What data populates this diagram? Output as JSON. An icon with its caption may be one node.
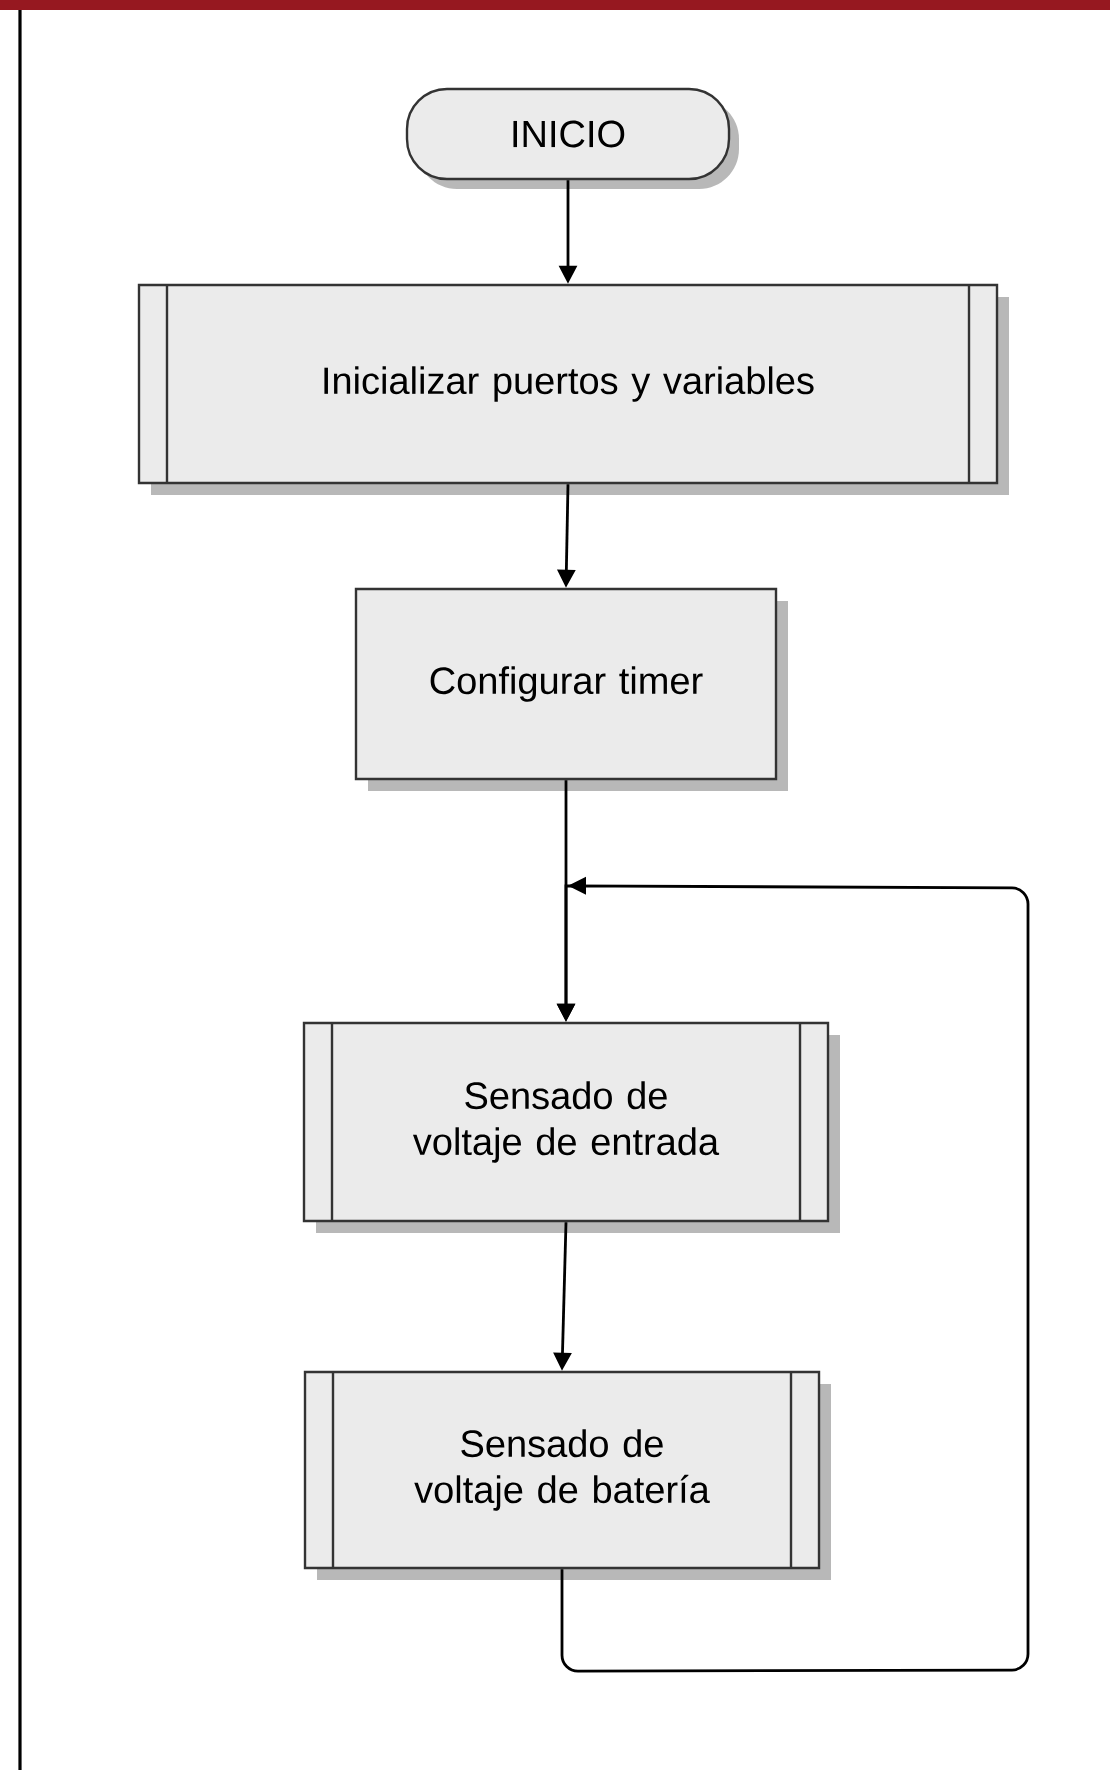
{
  "diagram": {
    "nodes": [
      {
        "text": [
          "INICIO"
        ]
      },
      {
        "text": [
          "Inicializar puertos y variables"
        ]
      },
      {
        "text": [
          "Configurar timer"
        ]
      },
      {
        "text": [
          "Sensado de voltaje de entrada"
        ]
      },
      {
        "text": [
          "Sensado de voltaje de batería"
        ]
      }
    ],
    "edges": [
      {
        "from": 0,
        "to": 1,
        "arrow": "to"
      },
      {
        "from": 1,
        "to": 2,
        "arrow": "to"
      },
      {
        "from": 2,
        "to": 3,
        "arrow": "to"
      },
      {
        "from": 3,
        "to": 4,
        "arrow": "to"
      },
      {
        "from": 4,
        "to": 3,
        "arrow": "to"
      }
    ]
  }
}
